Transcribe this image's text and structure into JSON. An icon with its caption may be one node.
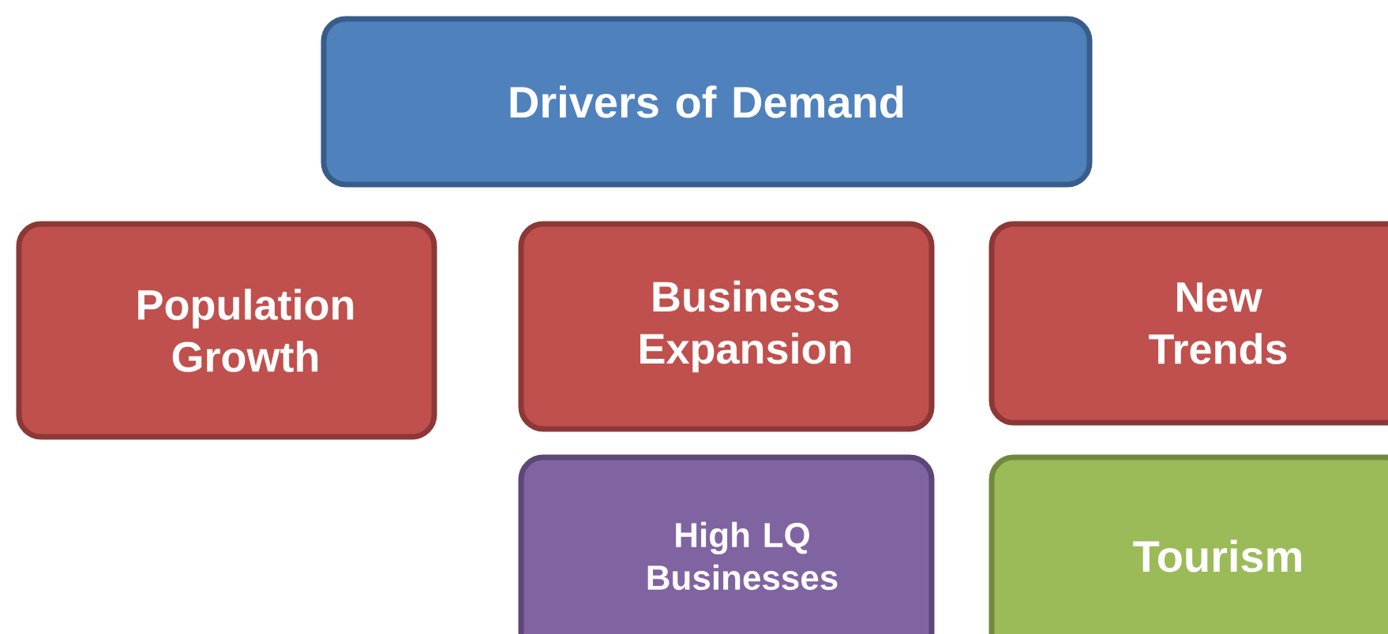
{
  "diagram": {
    "nodes": [
      {
        "text": [
          "Drivers of Demand"
        ]
      },
      {
        "text": [
          "Population Growth"
        ]
      },
      {
        "text": [
          "Business Expansion"
        ]
      },
      {
        "text": [
          "New Trends"
        ]
      },
      {
        "text": [
          "High LQ Businesses"
        ]
      },
      {
        "text": [
          "Tourism"
        ]
      }
    ]
  }
}
